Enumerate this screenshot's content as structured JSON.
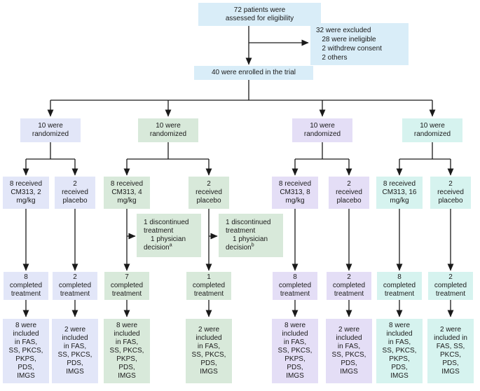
{
  "flow": {
    "assessed": "72 patients were\nassessed for eligibility",
    "excluded": "32 were excluded\n   28 were ineligible\n   2 withdrew consent\n   2 others",
    "enrolled": "40 were enrolled in the trial"
  },
  "arms": [
    {
      "name": "CM313 2 mg/kg",
      "color": "#e2e6f8",
      "randomized": "10 were\nrandomized",
      "treatment": {
        "received": "8 received\nCM313, 2\nmg/kg",
        "completed": "8\ncompleted\ntreatment",
        "included": "8 were\nincluded\nin FAS,\nSS, PKCS,\nPKPS,\nPDS,\nIMGS"
      },
      "placebo": {
        "received": "2\nreceived\nplacebo",
        "completed": "2\ncompleted\ntreatment",
        "included": "2 were\nincluded\nin FAS,\nSS, PKCS,\nPDS,\nIMGS"
      }
    },
    {
      "name": "CM313 4 mg/kg",
      "color": "#d8e9da",
      "randomized": "10 were\nrandomized",
      "treatment": {
        "received": "8 received\nCM313, 4\nmg/kg",
        "completed": "7\ncompleted\ntreatment",
        "included": "8 were\nincluded\nin FAS,\nSS, PKCS,\nPKPS,\nPDS,\nIMGS"
      },
      "placebo": {
        "received": "2\nreceived\nplacebo",
        "completed": "1\ncompleted\ntreatment",
        "included": "2 were\nincluded\nin FAS,\nSS, PKCS,\nPDS,\nIMGS"
      }
    },
    {
      "name": "CM313 8 mg/kg",
      "color": "#e4def6",
      "randomized": "10 were\nrandomized",
      "treatment": {
        "received": "8 received\nCM313, 8\nmg/kg",
        "completed": "8\ncompleted\ntreatment",
        "included": "8 were\nincluded\nin FAS,\nSS, PKCS,\nPKPS,\nPDS,\nIMGS"
      },
      "placebo": {
        "received": "2\nreceived\nplacebo",
        "completed": "2\ncompleted\ntreatment",
        "included": "2 were\nincluded\nin FAS,\nSS, PKCS,\nPDS,\nIMGS"
      }
    },
    {
      "name": "CM313 16 mg/kg",
      "color": "#d6f3ef",
      "randomized": "10 were\nrandomized",
      "treatment": {
        "received": "8 received\nCM313, 16\nmg/kg",
        "completed": "8\ncompleted\ntreatment",
        "included": "8 were\nincluded\nin FAS,\nSS, PKCS,\nPKPS,\nPDS,\nIMGS"
      },
      "placebo": {
        "received": "2\nreceived\nplacebo",
        "completed": "2\ncompleted\ntreatment",
        "included": "2 were\nincluded in\nFAS, SS,\nPKCS,\nPDS,\nIMGS"
      }
    }
  ],
  "discontinued": [
    {
      "line1": "1 discontinued treatment",
      "line2": "1 physician decision",
      "sup": "a"
    },
    {
      "line1": "1 discontinued treatment",
      "line2": "1 physician decision",
      "sup": "b"
    }
  ],
  "colors": {
    "top_boxes": "#d9edf8",
    "arm1": "#e2e6f8",
    "arm2": "#d8e9da",
    "arm3": "#e4def6",
    "arm4": "#d6f3ef",
    "line": "#1a1a1a"
  }
}
